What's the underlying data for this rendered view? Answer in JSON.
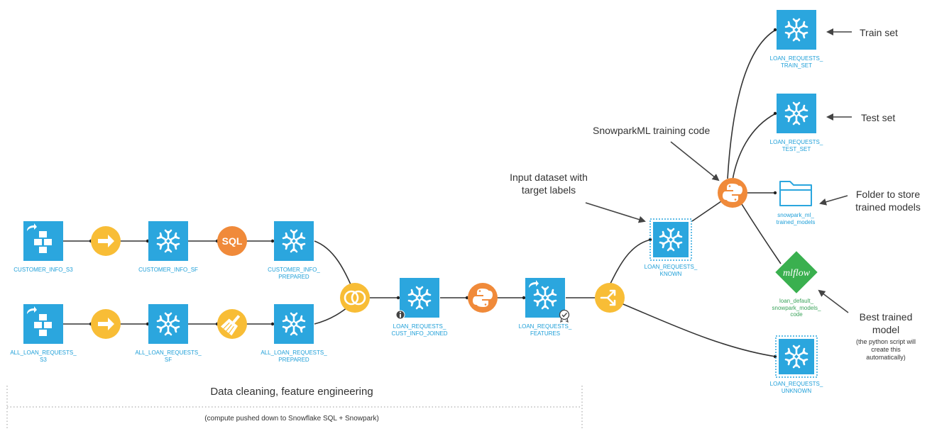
{
  "nodes": {
    "customer_info_s3": {
      "label": [
        "CUSTOMER_INFO_S3"
      ],
      "icon": "cubes-icon"
    },
    "all_loan_requests_s3": {
      "label": [
        "ALL_LOAN_REQUESTS_",
        "S3"
      ],
      "icon": "cubes-icon"
    },
    "sync_1": {
      "icon": "arrow-right-icon"
    },
    "sync_2": {
      "icon": "arrow-right-icon"
    },
    "customer_info_sf": {
      "label": [
        "CUSTOMER_INFO_SF"
      ],
      "icon": "snowflake-icon"
    },
    "all_loan_requests_sf": {
      "label": [
        "ALL_LOAN_REQUESTS_",
        "SF"
      ],
      "icon": "snowflake-icon"
    },
    "sql_recipe": {
      "text": "SQL"
    },
    "prepare_recipe": {
      "icon": "broom-icon"
    },
    "customer_info_prepared": {
      "label": [
        "CUSTOMER_INFO_",
        "PREPARED"
      ],
      "icon": "snowflake-icon"
    },
    "all_loan_requests_prepared": {
      "label": [
        "ALL_LOAN_REQUESTS_",
        "PREPARED"
      ],
      "icon": "snowflake-icon"
    },
    "join_recipe": {
      "icon": "join-icon"
    },
    "loan_requests_cust_info_joined": {
      "label": [
        "LOAN_REQUESTS_",
        "CUST_INFO_JOINED"
      ],
      "icon": "snowflake-icon"
    },
    "python_recipe_1": {
      "icon": "python-icon"
    },
    "loan_requests_features": {
      "label": [
        "LOAN_REQUESTS_",
        "FEATURES"
      ],
      "icon": "snowflake-icon"
    },
    "split_recipe": {
      "icon": "split-icon"
    },
    "loan_requests_known": {
      "label": [
        "LOAN_REQUESTS_",
        "KNOWN"
      ],
      "icon": "snowflake-icon"
    },
    "loan_requests_unknown": {
      "label": [
        "LOAN_REQUESTS_",
        "UNKNOWN"
      ],
      "icon": "snowflake-icon"
    },
    "python_recipe_2": {
      "icon": "python-icon"
    },
    "loan_requests_train_set": {
      "label": [
        "LOAN_REQUESTS_",
        "TRAIN_SET"
      ],
      "icon": "snowflake-icon"
    },
    "loan_requests_test_set": {
      "label": [
        "LOAN_REQUESTS_",
        "TEST_SET"
      ],
      "icon": "snowflake-icon"
    },
    "snowpark_ml_trained_models": {
      "label": [
        "snowpark_ml_",
        "trained_models"
      ],
      "icon": "folder-icon"
    },
    "loan_default_snowpark_models_code": {
      "label": [
        "loan_default_",
        "snowpark_models_",
        "code"
      ],
      "text": "mlflow"
    }
  },
  "annotations": {
    "train_set": "Train set",
    "test_set": "Test set",
    "training_code": "SnowparkML training code",
    "input_dataset": [
      "Input dataset with",
      "target labels"
    ],
    "folder": [
      "Folder to store",
      "trained models"
    ],
    "best_model": [
      "Best trained",
      "model"
    ],
    "best_model_note": [
      "(the python script will",
      "create this",
      "automatically)"
    ]
  },
  "region": {
    "title": "Data cleaning, feature engineering",
    "subtitle": "(compute pushed down to Snowflake SQL + Snowpark)"
  },
  "colors": {
    "dataset": "#2ba6de",
    "recipe_orange": "#f08a3a",
    "recipe_yellow": "#f8bd36",
    "mlflow": "#3ab04f",
    "label": "#1e9fd8",
    "edge": "#333333"
  }
}
